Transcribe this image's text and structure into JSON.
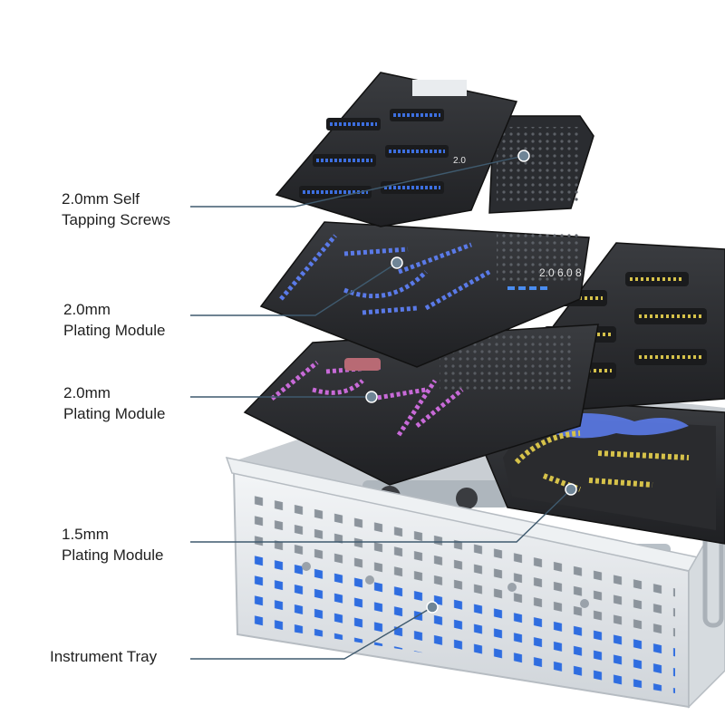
{
  "colors": {
    "leader_line": "#3f5a6e",
    "tray_black": "#2b2d30",
    "tray_dark": "#1c1d20",
    "screw_blue": "#3d6fe0",
    "plate_blue": "#5a7ae8",
    "plate_pink": "#c86ad8",
    "plate_gold": "#d6c24a",
    "steel": "#e4e7ea",
    "hole_blue": "#2f6de0"
  },
  "callouts": [
    {
      "id": "self-tapping-screws",
      "label": "2.0mm Self\nTapping Screws"
    },
    {
      "id": "plating-module-a",
      "label": "2.0mm\nPlating Module"
    },
    {
      "id": "plating-module-b",
      "label": "2.0mm\nPlating Module"
    },
    {
      "id": "plating-module-c",
      "label": "1.5mm\nPlating Module"
    },
    {
      "id": "instrument-tray",
      "label": "Instrument Tray"
    }
  ],
  "tray_markings": {
    "screw_tray_size": "2.0",
    "plating_tray_sizes": "2.0 6.0 8"
  }
}
